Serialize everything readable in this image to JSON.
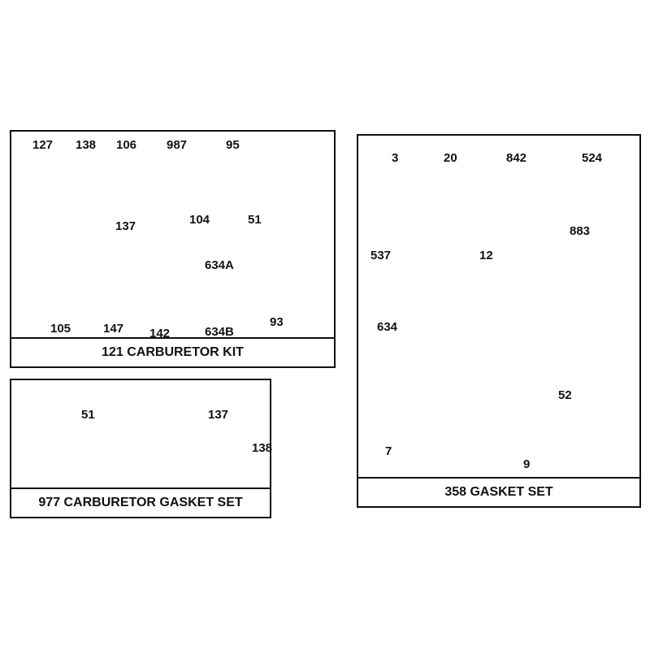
{
  "panels": {
    "carburetor_kit": {
      "caption": "121 CARBURETOR KIT",
      "parts": [
        "127",
        "138",
        "106",
        "987",
        "95",
        "137",
        "104",
        "51",
        "634A",
        "105",
        "147",
        "142",
        "634B",
        "93"
      ]
    },
    "carburetor_gasket_set": {
      "caption": "977 CARBURETOR GASKET SET",
      "parts": [
        "51",
        "137",
        "138"
      ]
    },
    "gasket_set": {
      "caption": "358 GASKET SET",
      "parts": [
        "3",
        "20",
        "842",
        "524",
        "883",
        "537",
        "12",
        "634",
        "7",
        "52",
        "9"
      ]
    }
  },
  "colors": {
    "line": "#111111",
    "background": "#ffffff"
  }
}
